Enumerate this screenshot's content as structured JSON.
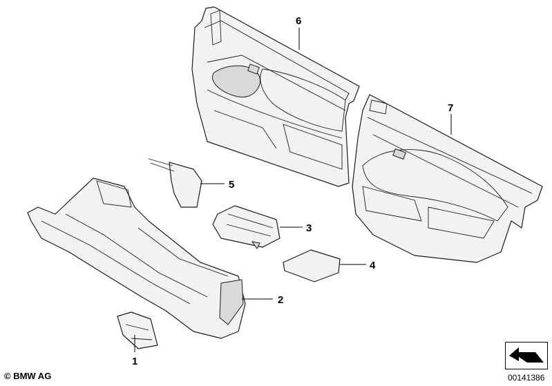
{
  "callouts": [
    {
      "label": "1"
    },
    {
      "label": "2"
    },
    {
      "label": "3"
    },
    {
      "label": "4"
    },
    {
      "label": "5"
    },
    {
      "label": "6"
    },
    {
      "label": "7"
    }
  ],
  "footer": {
    "copyright": "© BMW AG",
    "reference_number": "00141386"
  },
  "icons": {
    "navigation": "arrow-icon"
  }
}
